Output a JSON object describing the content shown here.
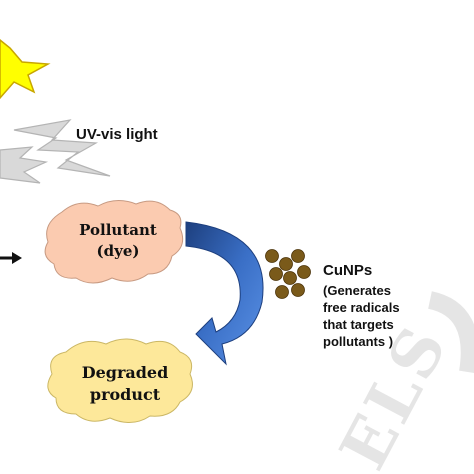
{
  "light_label": "UV-vis  light",
  "pollutant": {
    "line1": "Pollutant",
    "line2": "(dye)",
    "fill": "#fbcbb0"
  },
  "degraded": {
    "line1": "Degraded",
    "line2": "product",
    "fill": "#fde89a"
  },
  "catalyst": {
    "name": "CuNPs",
    "desc": [
      "(Generates",
      "free radicals",
      "that targets",
      "pollutants  )"
    ],
    "particle_color": "#7a5a1a"
  },
  "colors": {
    "sun": "#ffff00",
    "sun_stroke": "#c8a600",
    "bolt": "#d9d9d9",
    "bolt_stroke": "#b4b4b4",
    "arrow": "#3a6fc6",
    "watermark": "#e3e3e3"
  },
  "watermark": "ELSEVIER"
}
